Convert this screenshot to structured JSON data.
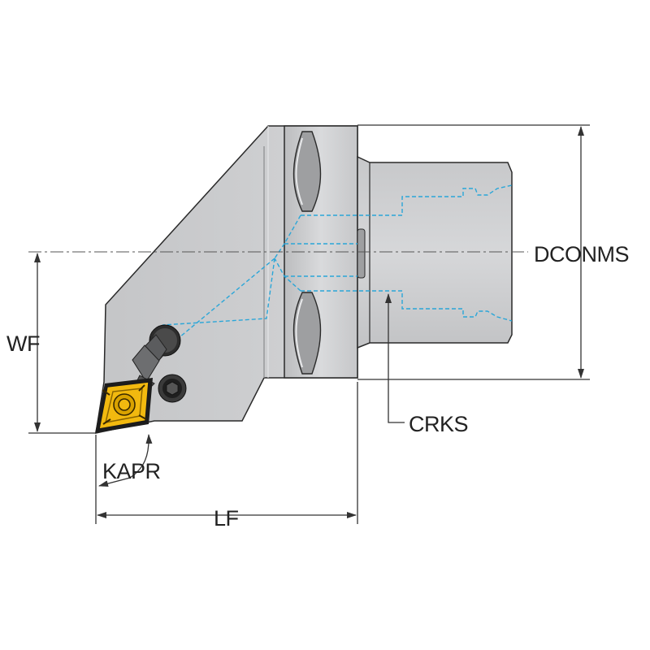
{
  "labels": {
    "dconms": "DCONMS",
    "wf": "WF",
    "crks": "CRKS",
    "kapr": "KAPR",
    "lf": "LF"
  },
  "colors": {
    "body": "#c9cacc",
    "body_dark": "#a9aaac",
    "insert": "#f2b90f",
    "coolant": "#2aa6d8",
    "lines": "#333333"
  },
  "icons": {
    "insert": "square-insert-icon",
    "clamp": "clamp-lever-icon",
    "screw": "hex-screw-icon",
    "arrow": "dimension-arrow-icon"
  }
}
